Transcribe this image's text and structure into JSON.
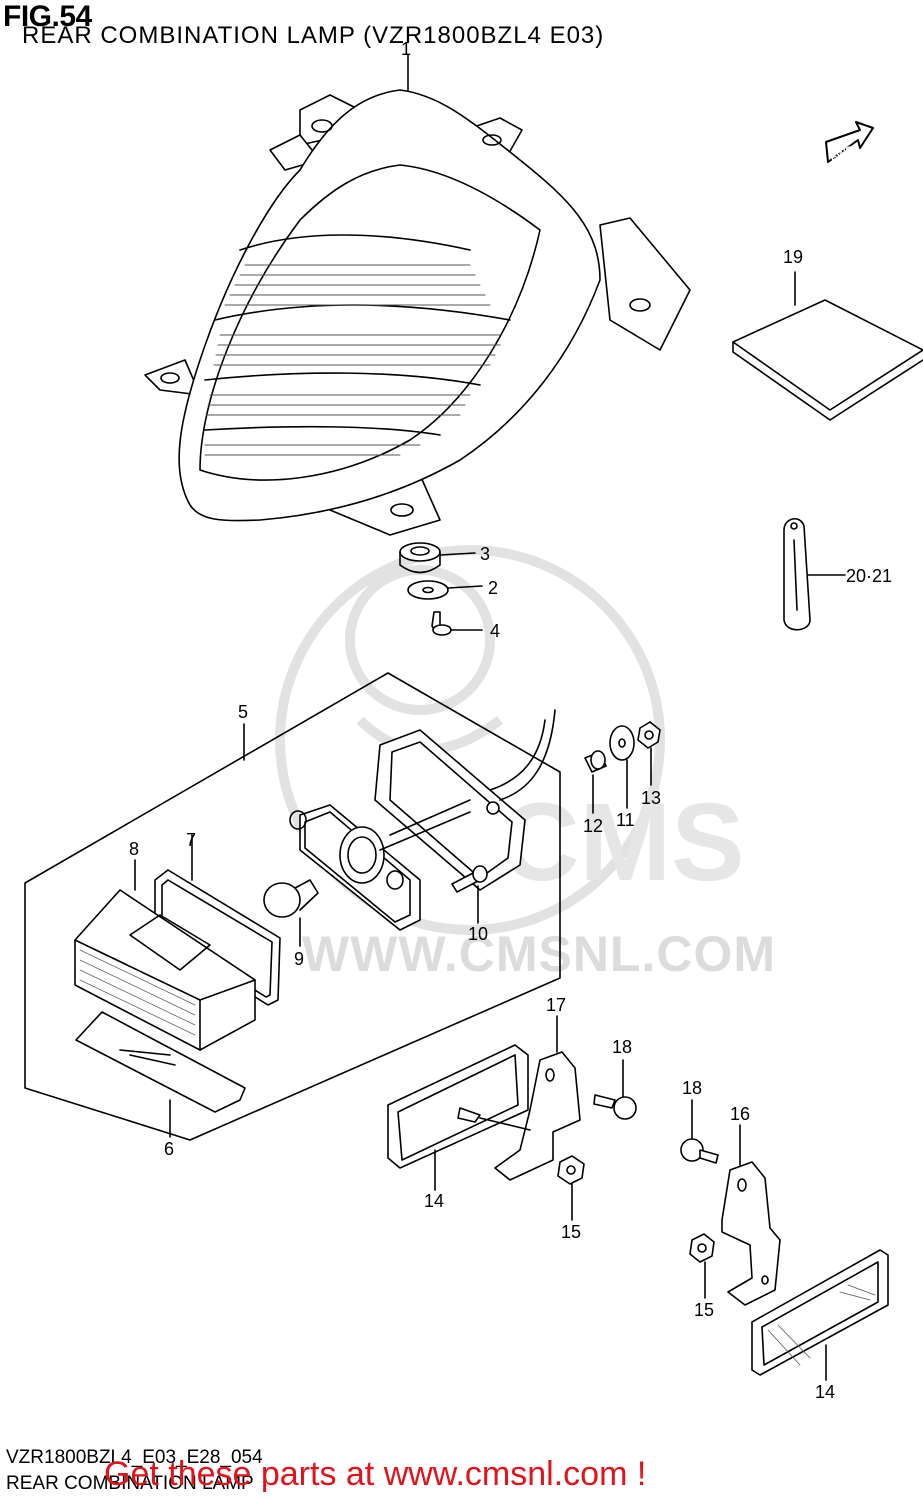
{
  "header": {
    "figure_number": "FIG.54",
    "title": "REAR COMBINATION LAMP (VZR1800BZL4 E03)"
  },
  "footer": {
    "diagram_code": "VZR1800BZL4_E03_E28_054",
    "caption": "REAR COMBINATION LAMP",
    "cta": "Get these parts at www.cmsnl.com !"
  },
  "watermark": {
    "text": "WWW.CMSNL.COM",
    "logo": "CMS",
    "color": "#dcdcdc"
  },
  "direction_badge": "FWD",
  "callouts": {
    "c1": "1",
    "c2": "2",
    "c3": "3",
    "c4": "4",
    "c5": "5",
    "c6": "6",
    "c7": "7",
    "c8": "8",
    "c9": "9",
    "c10": "10",
    "c11": "11",
    "c12": "12",
    "c13": "13",
    "c14a": "14",
    "c14b": "14",
    "c15a": "15",
    "c15b": "15",
    "c16": "16",
    "c17": "17",
    "c18a": "18",
    "c18b": "18",
    "c19": "19",
    "c20": "20·21"
  },
  "colors": {
    "ink": "#000000",
    "cta": "#e2141b",
    "watermark": "#dcdcdc",
    "paper": "#ffffff"
  }
}
